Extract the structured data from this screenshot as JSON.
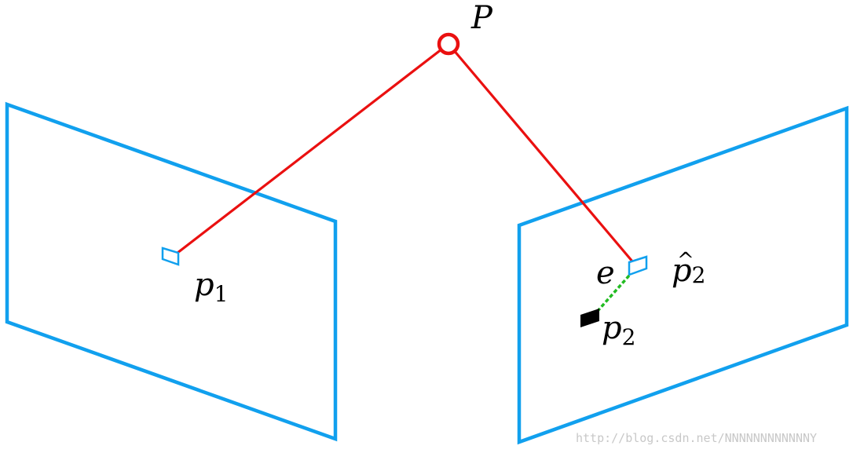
{
  "labels": {
    "world_point": "P",
    "p1": {
      "base": "p",
      "sub": "1"
    },
    "p2_hat": {
      "base": "p",
      "hat": "^",
      "sub": "2"
    },
    "p2": {
      "base": "p",
      "sub": "2"
    },
    "error": "e"
  },
  "watermark": "http://blog.csdn.net/NNNNNNNNNNNNY",
  "colors": {
    "image_plane": "#11a0ee",
    "projection_ray": "#ea1010",
    "world_point": "#ea1010",
    "reprojection_error": "#22bb22",
    "observed_point": "#000000"
  }
}
